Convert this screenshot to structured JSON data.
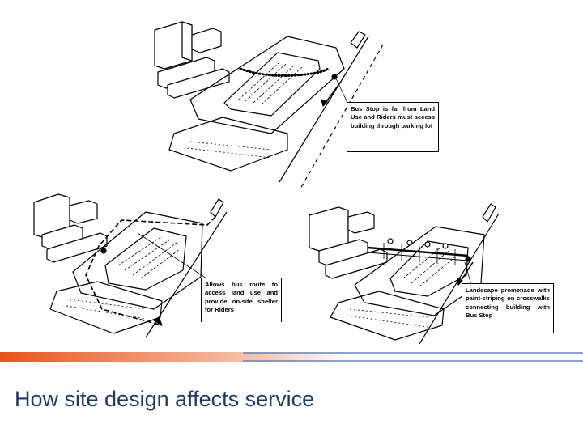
{
  "title": "How site design affects service",
  "callouts": {
    "top": "Bus Stop is far from Land Use and Riders must access building through parking lot",
    "left": "Allows bus route to access land use and provide on-site shelter for Riders",
    "right": "Landscape promenade with paint-striping on crosswalks connecting building with Bus Stop"
  },
  "colors": {
    "title": "#1f3864",
    "divider_orange": "#e8531f",
    "divider_blue": "#6a85b8",
    "ink": "#000000"
  }
}
